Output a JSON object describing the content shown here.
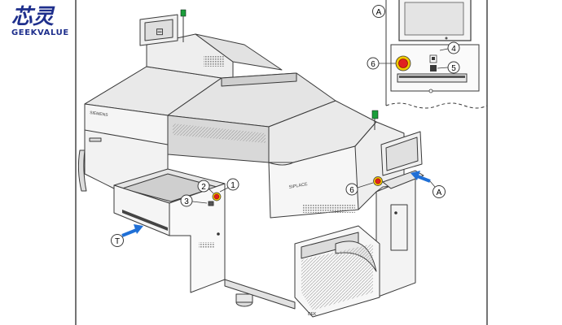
{
  "logo": {
    "wordmark": "GEEKVALUE",
    "mark_chars": "芯灵",
    "brand_color": "#1e2f8c"
  },
  "machine": {
    "side_label": "SIEMENS",
    "model_badge": "SIPLACE",
    "base_label": "DEK"
  },
  "callouts": {
    "inset_tag": "A",
    "side_tag": "A",
    "front_tag": "T",
    "n1": "1",
    "n2": "2",
    "n3": "3",
    "n4": "4",
    "n5": "5",
    "n6_inset": "6",
    "n6_machine": "6"
  },
  "colors": {
    "arrow": "#1f6fd6",
    "stop_button": "#e02020",
    "stop_ring": "#f0c800",
    "beacon": "#1b9e3a",
    "line": "#3a3a3a",
    "panel": "#ececec",
    "panel_dark": "#cfcfcf"
  }
}
